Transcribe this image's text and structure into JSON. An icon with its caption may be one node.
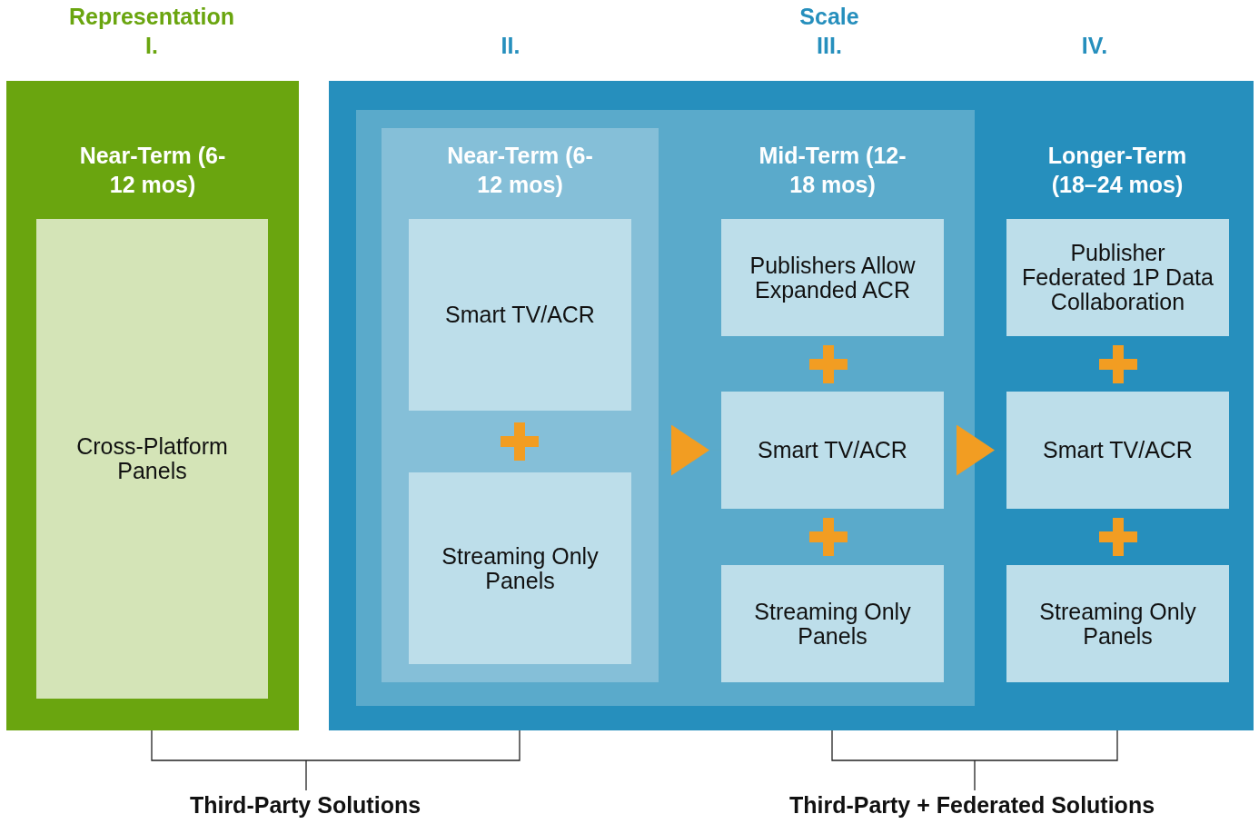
{
  "diagram": {
    "nodes": [
      {
        "text": [
          "Near-Term (6-12 mos)"
        ]
      },
      {
        "text": [
          "Cross-Platform Panels"
        ],
        "in": 0
      },
      {
        "text": [
          "Longer-Term (18–24 mos)"
        ]
      },
      {
        "text": [
          "Mid-Term (12-18 mos)"
        ],
        "in": 2
      },
      {
        "text": [
          "Near-Term (6-12 mos)"
        ],
        "in": 3
      },
      {
        "text": [
          "Smart TV/ACR"
        ],
        "in": 4
      },
      {
        "text": [
          "Streaming Only Panels"
        ],
        "in": 4
      },
      {
        "text": [
          "Publishers Allow Expanded ACR"
        ],
        "in": 3
      },
      {
        "text": [
          "Smart TV/ACR"
        ],
        "in": 3
      },
      {
        "text": [
          "Streaming Only Panels"
        ],
        "in": 3
      },
      {
        "text": [
          "Publisher Federated 1P Data Collaboration"
        ],
        "in": 2
      },
      {
        "text": [
          "Smart TV/ACR"
        ],
        "in": 2
      },
      {
        "text": [
          "Streaming Only Panels"
        ],
        "in": 2
      }
    ],
    "edges": [
      {
        "from": 4,
        "to": 8,
        "arrow": "to"
      },
      {
        "from": 8,
        "to": 11,
        "arrow": "to"
      }
    ],
    "labels": [
      "Representation",
      "Scale",
      "I.",
      "II.",
      "III.",
      "IV.",
      "Third-Party Solutions",
      "Third-Party + Federated Solutions"
    ]
  }
}
